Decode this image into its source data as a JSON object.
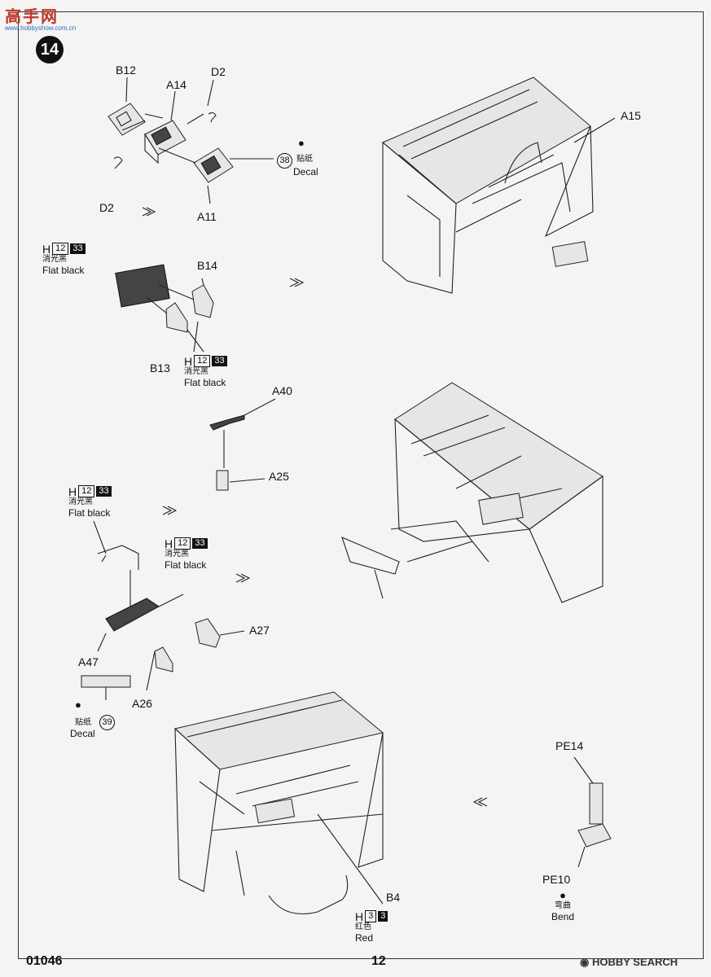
{
  "watermark": {
    "logo_text": "高手网",
    "logo_sub": "www.hobbyshow.com.cn"
  },
  "step": {
    "number": "14"
  },
  "parts": {
    "B12": "B12",
    "A14": "A14",
    "D2_top": "D2",
    "D2_bottom": "D2",
    "A11": "A11",
    "A15": "A15",
    "B14": "B14",
    "B13": "B13",
    "A40": "A40",
    "A25": "A25",
    "A27": "A27",
    "A47": "A47",
    "A26": "A26",
    "PE14": "PE14",
    "PE10": "PE10",
    "B4": "B4"
  },
  "decals": {
    "d38": {
      "number": "38",
      "cn": "贴纸",
      "en": "Decal"
    },
    "d39": {
      "number": "39",
      "cn": "贴纸",
      "en": "Decal"
    }
  },
  "paints": {
    "p1": {
      "letter": "H",
      "num1": "12",
      "num2": "33",
      "cn": "消光黑",
      "en": "Flat black"
    },
    "p2": {
      "letter": "H",
      "num1": "12",
      "num2": "33",
      "cn": "消光黑",
      "en": "Flat black"
    },
    "p3": {
      "letter": "H",
      "num1": "12",
      "num2": "33",
      "cn": "消光黑",
      "en": "Flat black"
    },
    "p4": {
      "letter": "H",
      "num1": "12",
      "num2": "33",
      "cn": "消光黑",
      "en": "Flat black"
    },
    "p5": {
      "letter": "H",
      "num1": "3",
      "num2": "3",
      "cn": "红色",
      "en": "Red"
    }
  },
  "bend": {
    "cn": "弯曲",
    "en": "Bend"
  },
  "footer": {
    "code": "01046",
    "page": "12",
    "brand": "HOBBY SEARCH"
  }
}
